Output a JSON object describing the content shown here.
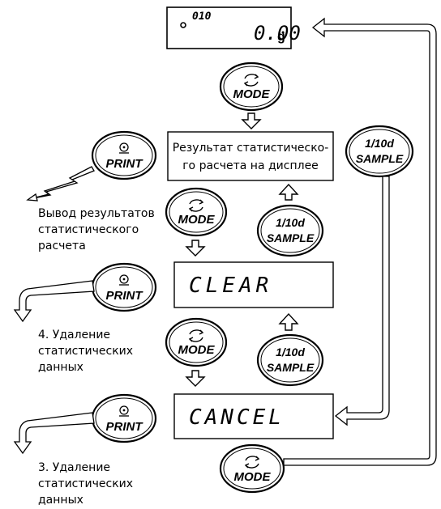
{
  "display_top": {
    "indicator": "010",
    "value": "0.00",
    "unit": "g"
  },
  "display_clear": {
    "text": "CLEAR"
  },
  "display_cancel": {
    "text": "CANCEL"
  },
  "result_box": {
    "line1": "Результат статистическо-",
    "line2": "го расчета на дисплее"
  },
  "buttons": {
    "mode": "MODE",
    "print": "PRINT",
    "sample_top": "1/10d",
    "sample_bottom": "SAMPLE"
  },
  "captions": {
    "output": [
      "Вывод результатов",
      "статистического",
      "расчета"
    ],
    "delete4": [
      "4. Удаление",
      "статистических",
      "данных"
    ],
    "delete3": [
      "3. Удаление",
      "статистических",
      "данных"
    ]
  },
  "icons": {
    "mode": "rotate-arrows-icon",
    "print": "print-circle-dot-icon",
    "output": "lightning-arrow-icon",
    "down_arrow": "hollow-down-arrow-icon",
    "up_arrow": "hollow-up-arrow-icon"
  }
}
